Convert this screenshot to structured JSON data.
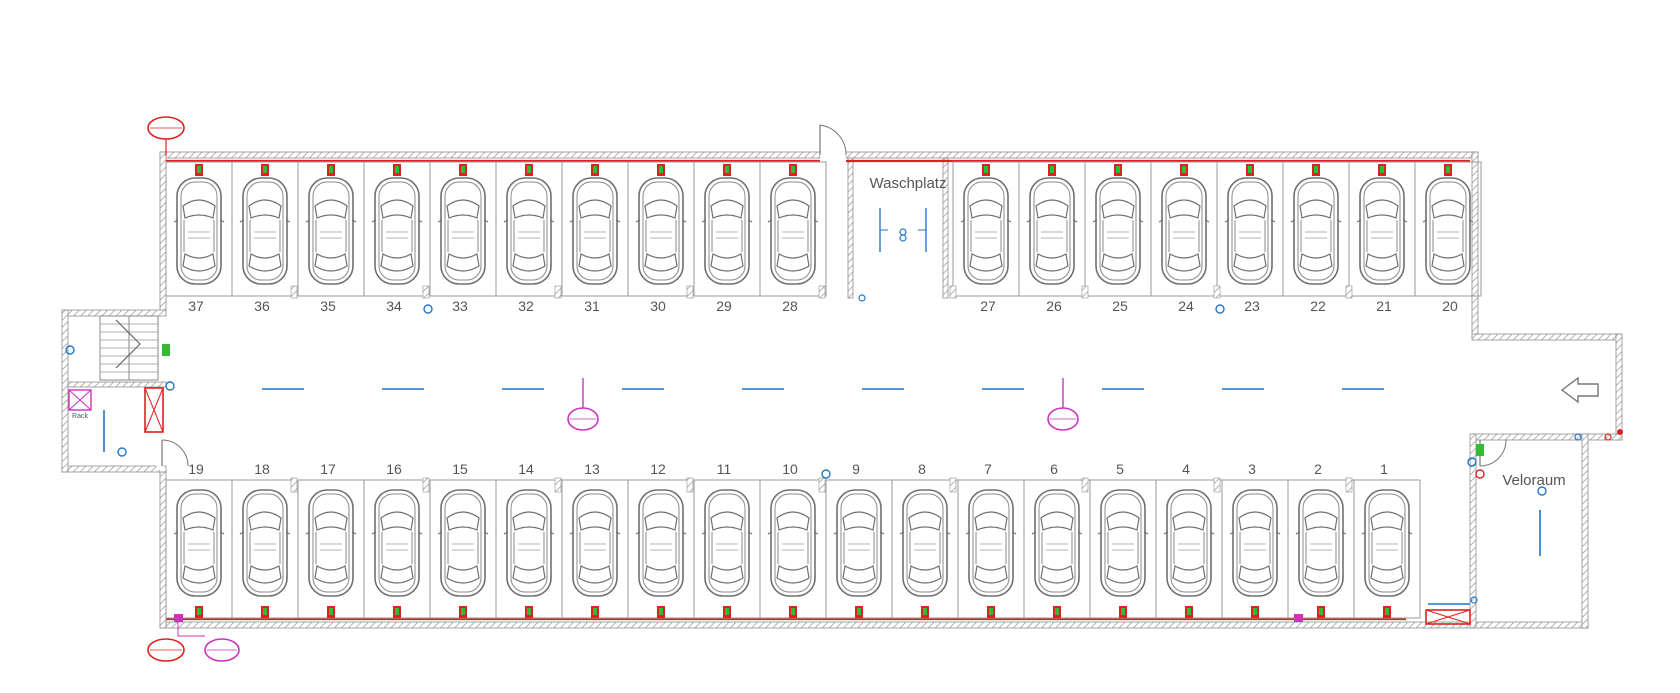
{
  "plan": {
    "rooms": {
      "wash": "Waschplatz",
      "bike": "Veloraum"
    },
    "parking": {
      "top_numbers": [
        "37",
        "36",
        "35",
        "34",
        "33",
        "32",
        "31",
        "30",
        "29",
        "28",
        "27",
        "26",
        "25",
        "24",
        "23",
        "22",
        "21",
        "20"
      ],
      "bottom_numbers": [
        "19",
        "18",
        "17",
        "16",
        "15",
        "14",
        "13",
        "12",
        "11",
        "10",
        "9",
        "8",
        "7",
        "6",
        "5",
        "4",
        "3",
        "2",
        "1"
      ]
    },
    "rack_label": "Rack",
    "colors": {
      "wall": "#8f8f8f",
      "stall": "#9a9a9a",
      "car": "#707070",
      "fire": "#e02020",
      "charger": "#22aa22",
      "water": "#2277cc",
      "equipment": "#cc33bb",
      "room_text": "#666666"
    },
    "icons": {
      "entry_arrow": "entry-arrow-icon",
      "stair": "stair-icon",
      "door": "door-swing-icon"
    }
  }
}
